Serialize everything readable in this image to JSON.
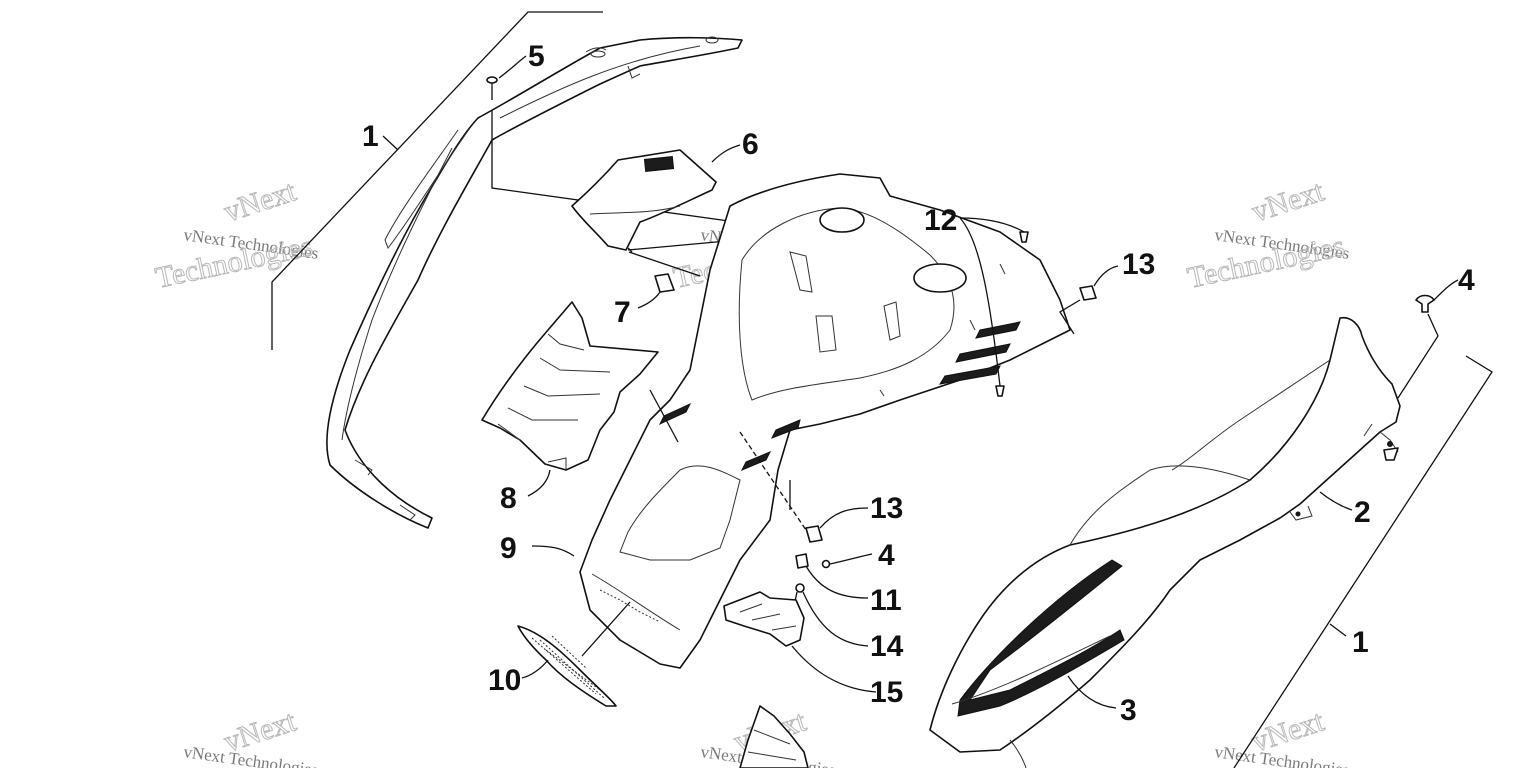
{
  "labels": {
    "l1a": "1",
    "l1b": "1",
    "l2": "2",
    "l3": "3",
    "l4a": "4",
    "l4b": "4",
    "l5": "5",
    "l6": "6",
    "l7": "7",
    "l8": "8",
    "l9": "9",
    "l10": "10",
    "l11": "11",
    "l12": "12",
    "l13a": "13",
    "l13b": "13",
    "l14": "14",
    "l15": "15"
  },
  "watermark": {
    "top": "vNext",
    "line": "vNext Technologies",
    "big": "Technologies"
  }
}
